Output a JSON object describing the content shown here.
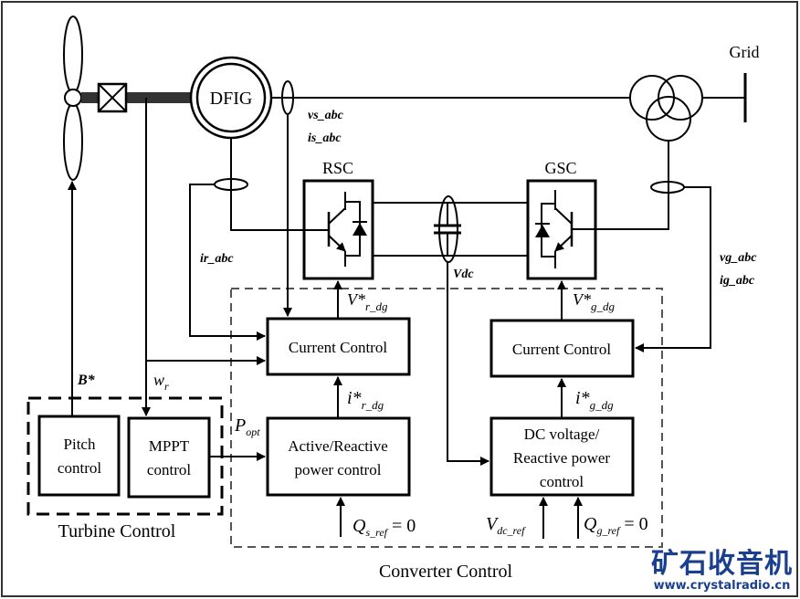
{
  "diagram": {
    "title": "DFIG wind turbine control structure",
    "generator_label": "DFIG",
    "grid_label": "Grid",
    "rsc_label": "RSC",
    "gsc_label": "GSC",
    "stator_signals": [
      "vs_abc",
      "is_abc"
    ],
    "rotor_signal": "ir_abc",
    "grid_signals": [
      "vg_abc",
      "ig_abc"
    ],
    "dc_link_label": "Vdc",
    "rsc_side": {
      "current_control_label": "Current Control",
      "voltage_ref": {
        "main": "V*",
        "sub": "r_dg"
      },
      "current_ref": {
        "main": "i*",
        "sub": "r_dg"
      },
      "power_control_lines": [
        "Active/Reactive",
        "power control"
      ],
      "q_ref": {
        "main": "Q",
        "sub": "s_ref",
        "rest": " = 0"
      },
      "p_opt": {
        "main": "P",
        "sub": "opt"
      }
    },
    "gsc_side": {
      "current_control_label": "Current Control",
      "voltage_ref": {
        "main": "V*",
        "sub": "g_dg"
      },
      "current_ref": {
        "main": "i*",
        "sub": "g_dg"
      },
      "dc_control_lines": [
        "DC voltage/",
        "Reactive power",
        "control"
      ],
      "vdc_ref": {
        "main": "V",
        "sub": "dc_ref"
      },
      "q_ref": {
        "main": "Q",
        "sub": "g_ref",
        "rest": " = 0"
      }
    },
    "turbine": {
      "group_label": "Turbine Control",
      "pitch_lines": [
        "Pitch",
        "control"
      ],
      "mppt_lines": [
        "MPPT",
        "control"
      ],
      "pitch_signal": "B*",
      "speed_signal": {
        "main": "w",
        "sub": "r"
      }
    },
    "converter_group_label": "Converter Control"
  },
  "watermark": {
    "title": "矿石收音机",
    "url": "www.crystalradio.cn",
    "color": "#1b3f8f"
  }
}
